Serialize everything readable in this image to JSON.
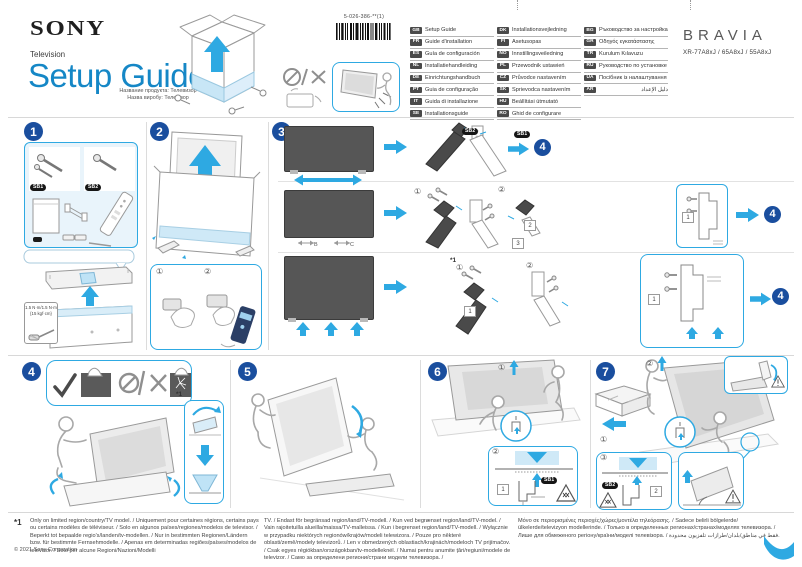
{
  "header": {
    "brand": "SONY",
    "product_type": "Television",
    "title": "Setup Guide",
    "product_name_ru": "Название продукта: Телевизор",
    "product_name_ua": "Назва виробу: Телевізор",
    "part_number": "5-026-386-**(1)",
    "logo": "BRAVIA",
    "models": "XR-77A8xJ / 65A8xJ / 55A8xJ"
  },
  "languages": {
    "col1": [
      {
        "code": "GB",
        "label": "Setup Guide"
      },
      {
        "code": "FR",
        "label": "Guide d'installation"
      },
      {
        "code": "ES",
        "label": "Guía de configuración"
      },
      {
        "code": "NL",
        "label": "Installatiehandleiding"
      },
      {
        "code": "DE",
        "label": "Einrichtungshandbuch"
      },
      {
        "code": "PT",
        "label": "Guia de configuração"
      },
      {
        "code": "IT",
        "label": "Guida di installazione"
      },
      {
        "code": "SE",
        "label": "Installationsguide"
      }
    ],
    "col2": [
      {
        "code": "DK",
        "label": "Installationsvejledning"
      },
      {
        "code": "FI",
        "label": "Asetusopas"
      },
      {
        "code": "NO",
        "label": "Innstillingsveiledning"
      },
      {
        "code": "PL",
        "label": "Przewodnik ustawień"
      },
      {
        "code": "CZ",
        "label": "Průvodce nastavením"
      },
      {
        "code": "SK",
        "label": "Sprievodca nastavením"
      },
      {
        "code": "HU",
        "label": "Beállítási útmutató"
      },
      {
        "code": "RO",
        "label": "Ghid de configurare"
      }
    ],
    "col3": [
      {
        "code": "BG",
        "label": "Ръководство за настройка"
      },
      {
        "code": "GR",
        "label": "Οδηγός εγκατάστασης"
      },
      {
        "code": "TR",
        "label": "Kurulum Kılavuzu"
      },
      {
        "code": "RU",
        "label": "Руководство по установке"
      },
      {
        "code": "UA",
        "label": "Посібник із налаштування"
      },
      {
        "code": "AR",
        "label": "دليل الإعداد"
      }
    ]
  },
  "steps": {
    "s1": "1",
    "s2": "2",
    "s3": "3",
    "s4": "4",
    "s5": "5",
    "s6": "6",
    "s7": "7"
  },
  "marks": {
    "sb1": "SB1",
    "sb2": "SB2",
    "c1": "①",
    "c2": "②",
    "c3": "③",
    "p1": "1",
    "p2": "2",
    "p3": "3",
    "dim_b": "B",
    "dim_c": "C",
    "star": "*1",
    "torque1": "1.5 N·m/1.5 N·m",
    "torque2": "{15 kgf·cm}"
  },
  "footnote": {
    "marker": "*1",
    "col1": "Only on limited region/country/TV model. / Uniquement pour certaines régions, certains pays ou certains modèles de téléviseur. / Solo en algunos países/regiones/modelos de televisor. / Beperkt tot bepaalde regio's/landen/tv-modellen. / Nur in bestimmten Regionen/Ländern bzw. für bestimmte Fernsehmodelle. / Apenas em determinadas regiões/países/modelos de televisor. / Solo per alcune Regioni/Nazioni/Modelli",
    "col2": "TV. / Endast för begränsad region/land/TV-modell. / Kun ved begrænset region/land/TV-model. / Vain rajoitetuilla alueilla/maissa/TV-malleissa. / Kun i begrenset region/land/TV-modell. / Wyłącznie w przypadku niektórych regionów/krajów/modeli telewizora. / Pouze pro některé oblasti/země/modely televizorů. / Len v obmedzených oblastiach/krajinách/modeloch TV prijímačov. / Csak egyes régiókban/országokban/tv-modelleknél. / Numai pentru anumite țări/regiuni/modele de televizor. / Само за определени региони/страни модели телевизора. /",
    "col3": "Μόνο σε περιορισμένες περιοχές/χώρες/μοντέλα τηλεόρασης. / Sadece belirli bölgelerde/ülkelerde/televizyon modellerinde. / Только в определенных регионах/странах/моделях телевизора. / Лише для обмеженого регіону/країни/моделі телевізора. / فقط في مناطق/بلدان/طرازات تلفزيون محدودة."
  },
  "copyright": "© 2021 Sony Corporation",
  "colors": {
    "accent": "#2ea9e2",
    "title_blue": "#1587c6",
    "badge_blue": "#1a4e9e"
  }
}
